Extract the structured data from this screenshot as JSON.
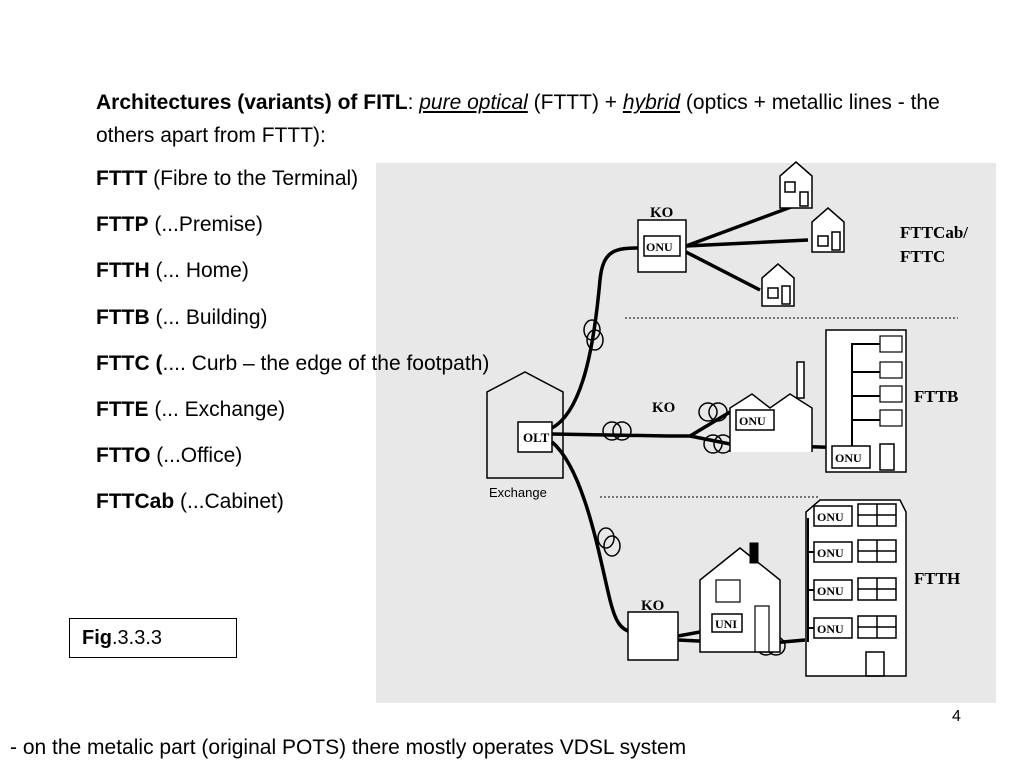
{
  "heading": {
    "bold": "Architectures (variants) of FITL",
    "colon": ": ",
    "pure": "pure optical",
    "fttt_part": " (FTTT) + ",
    "hybrid": "hybrid",
    "rest": " (optics + metallic lines  - the others apart from FTTT):"
  },
  "variants": [
    {
      "abbr": "FTTT",
      "desc": " (Fibre to the Terminal)"
    },
    {
      "abbr": "FTTP",
      "desc": " (...Premise)"
    },
    {
      "abbr": "FTTH",
      "desc": " (... Home)"
    },
    {
      "abbr": "FTTB",
      "desc": " (... Building)"
    },
    {
      "abbr": "FTTC (",
      "desc": ".... Curb – the edge of the footpath)"
    },
    {
      "abbr": "FTTE",
      "desc": " (... Exchange)"
    },
    {
      "abbr": "FTTO",
      "desc": " (...Office)"
    },
    {
      "abbr": "FTTCab",
      "desc": " (...Cabinet)"
    }
  ],
  "diagram": {
    "exchange_label": "Exchange",
    "olt": "OLT",
    "ko": "KO",
    "onu": "ONU",
    "uni": "UNI",
    "fttcab_line1": "FTTCab/",
    "fttcab_line2": "FTTC",
    "fttb": "FTTB",
    "ftth": "FTTH"
  },
  "figure": {
    "prefix": "Fig",
    "number": ".3.3.3"
  },
  "page_number": "4",
  "footer": "- on the metalic part  (original POTS) there mostly operates  VDSL system"
}
